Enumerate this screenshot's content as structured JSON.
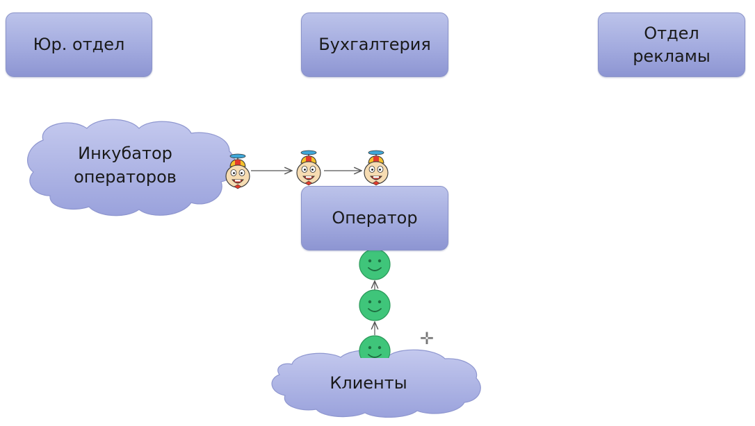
{
  "departments": [
    {
      "label": "Юр. отдел"
    },
    {
      "label": "Бухгалтерия"
    },
    {
      "label": "Отдел\nрекламы"
    }
  ],
  "operator": {
    "label": "Оператор"
  },
  "incubator": {
    "label": "Инкубатор\nоператоров"
  },
  "clients": {
    "label": "Клиенты"
  },
  "colors": {
    "box_fill": "#a3abdf",
    "cloud_fill": "#aeb5e4",
    "client_face": "#3fc57a",
    "operator_face": "#f6dcb2",
    "hat_red": "#e23b2c",
    "hat_yellow": "#f4c12b",
    "arrow": "#555555"
  },
  "icons": [
    "operator-character-icon",
    "client-smiley-icon",
    "plus-cursor-icon"
  ]
}
